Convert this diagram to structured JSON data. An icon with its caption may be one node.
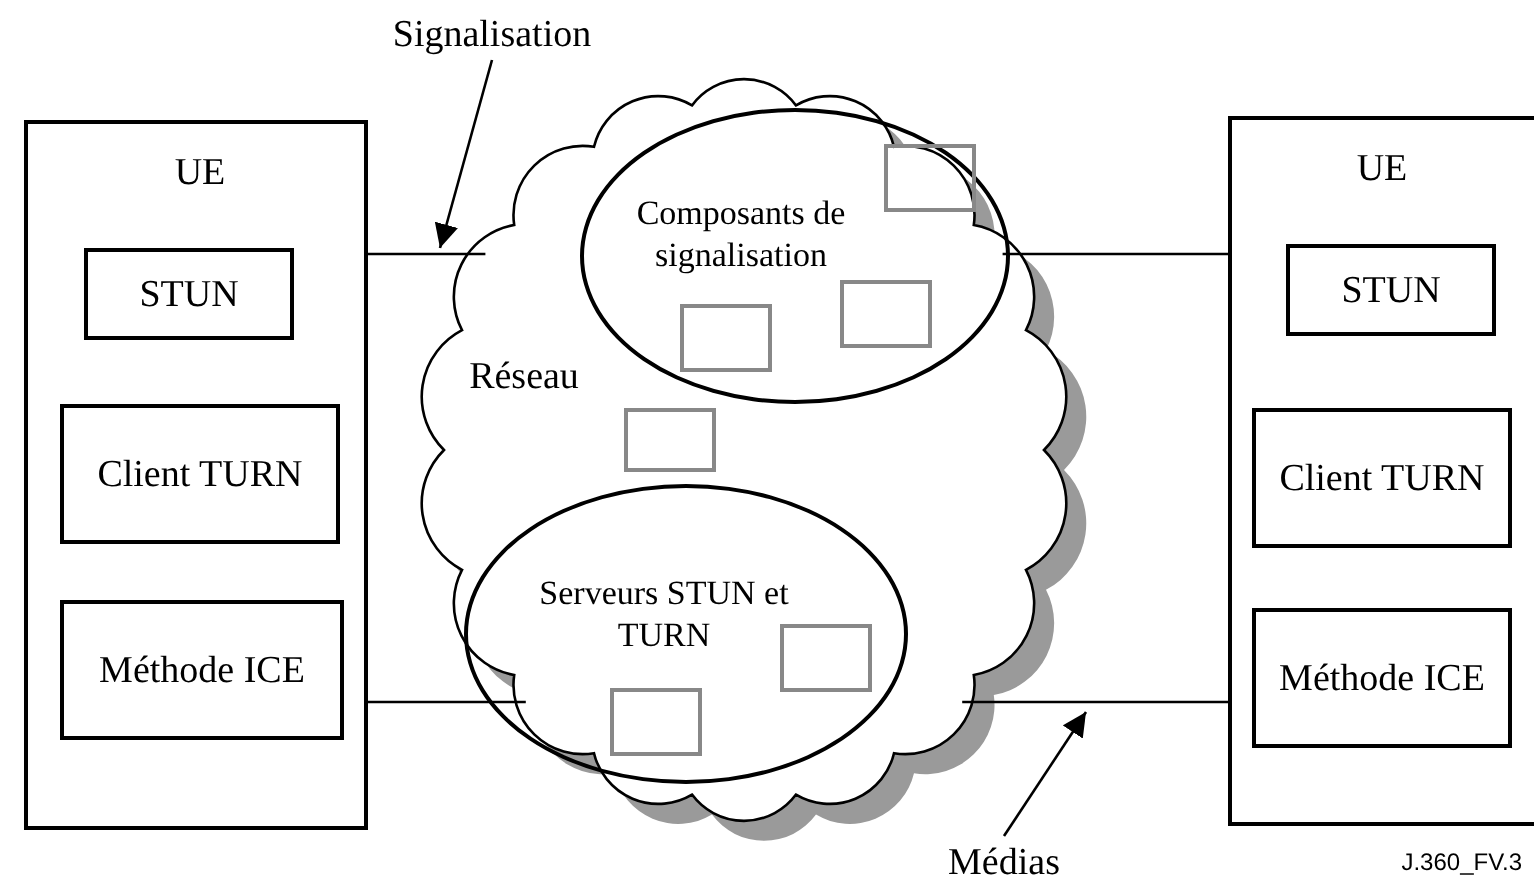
{
  "diagram": {
    "nodes": [
      {
        "text": [
          "UE"
        ]
      },
      {
        "text": [
          "STUN"
        ],
        "in": 0
      },
      {
        "text": [
          "Client TURN"
        ],
        "in": 0
      },
      {
        "text": [
          "Méthode ICE"
        ],
        "in": 0
      },
      {
        "text": [
          "Réseau"
        ]
      },
      {
        "text": [
          "Composants de signalisation"
        ],
        "in": 4
      },
      {
        "text": [],
        "shape": "box",
        "in": 5
      },
      {
        "text": [],
        "shape": "box",
        "in": 5
      },
      {
        "text": [],
        "shape": "box",
        "in": 5
      },
      {
        "text": [],
        "shape": "box",
        "in": 4
      },
      {
        "text": [
          "Serveurs STUN et TURN"
        ],
        "in": 4
      },
      {
        "text": [],
        "shape": "box",
        "in": 10
      },
      {
        "text": [],
        "shape": "box",
        "in": 10
      },
      {
        "text": [
          "UE"
        ]
      },
      {
        "text": [
          "STUN"
        ],
        "in": 13
      },
      {
        "text": [
          "Client TURN"
        ],
        "in": 13
      },
      {
        "text": [
          "Méthode ICE"
        ],
        "in": 13
      },
      {
        "text": [
          "Signalisation"
        ]
      },
      {
        "text": [
          "Médias"
        ]
      }
    ],
    "edges": [
      {
        "from": 0,
        "to": 4,
        "arrow": "none"
      },
      {
        "from": 4,
        "to": 13,
        "arrow": "none"
      },
      {
        "from": 0,
        "to": 4,
        "arrow": "none"
      },
      {
        "from": 4,
        "to": 13,
        "arrow": "none"
      },
      {
        "from": 17,
        "to": null,
        "arrow": "to"
      },
      {
        "from": 18,
        "to": null,
        "arrow": "to"
      }
    ],
    "labels": [
      "J.360_FV.3"
    ]
  }
}
